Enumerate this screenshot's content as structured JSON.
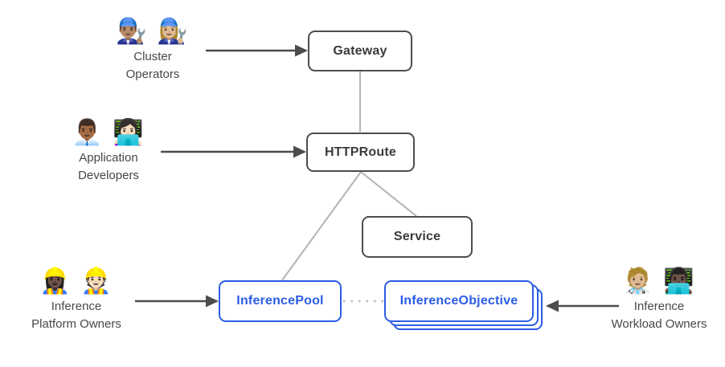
{
  "diagram": {
    "name": "gateway-api-inference-extension-resource-model",
    "colors": {
      "gray_box_border": "#4d4d4d",
      "gray_box_text": "#3a3a3a",
      "blue_accent": "#2b5ce5",
      "connector_gray": "#b3b3b3",
      "arrow_dark": "#4d4d4d",
      "persona_text": "#474747"
    },
    "nodes": {
      "gateway": {
        "label": "Gateway"
      },
      "httproute": {
        "label": "HTTPRoute"
      },
      "service": {
        "label": "Service"
      },
      "inference_pool": {
        "label": "InferencePool"
      },
      "inference_objective": {
        "label": "InferenceObjective"
      }
    },
    "personas": {
      "cluster_operators": {
        "emojis": "👨🏽‍🔧 👩🏼‍🔧",
        "line1": "Cluster",
        "line2": "Operators"
      },
      "application_developers": {
        "emojis": "👨🏾‍💼 👩🏻‍💻",
        "line1": "Application",
        "line2": "Developers"
      },
      "inference_platform_owners": {
        "emojis": "👷🏿‍♀️ 👷🏻",
        "line1": "Inference",
        "line2": "Platform Owners"
      },
      "inference_workload_owners": {
        "emojis": "🧑🏼‍⚕️ 👨🏿‍💻",
        "line1": "Inference",
        "line2": "Workload Owners"
      }
    },
    "edges": {
      "gateway_httproute": "plain",
      "httproute_inference_pool": "plain",
      "httproute_service": "plain",
      "inference_pool_inference_objective": "dotted",
      "cluster_operators_gateway": "arrow",
      "application_developers_httproute": "arrow",
      "inference_platform_owners_inference_pool": "arrow",
      "inference_workload_owners_inference_objective": "arrow"
    }
  }
}
